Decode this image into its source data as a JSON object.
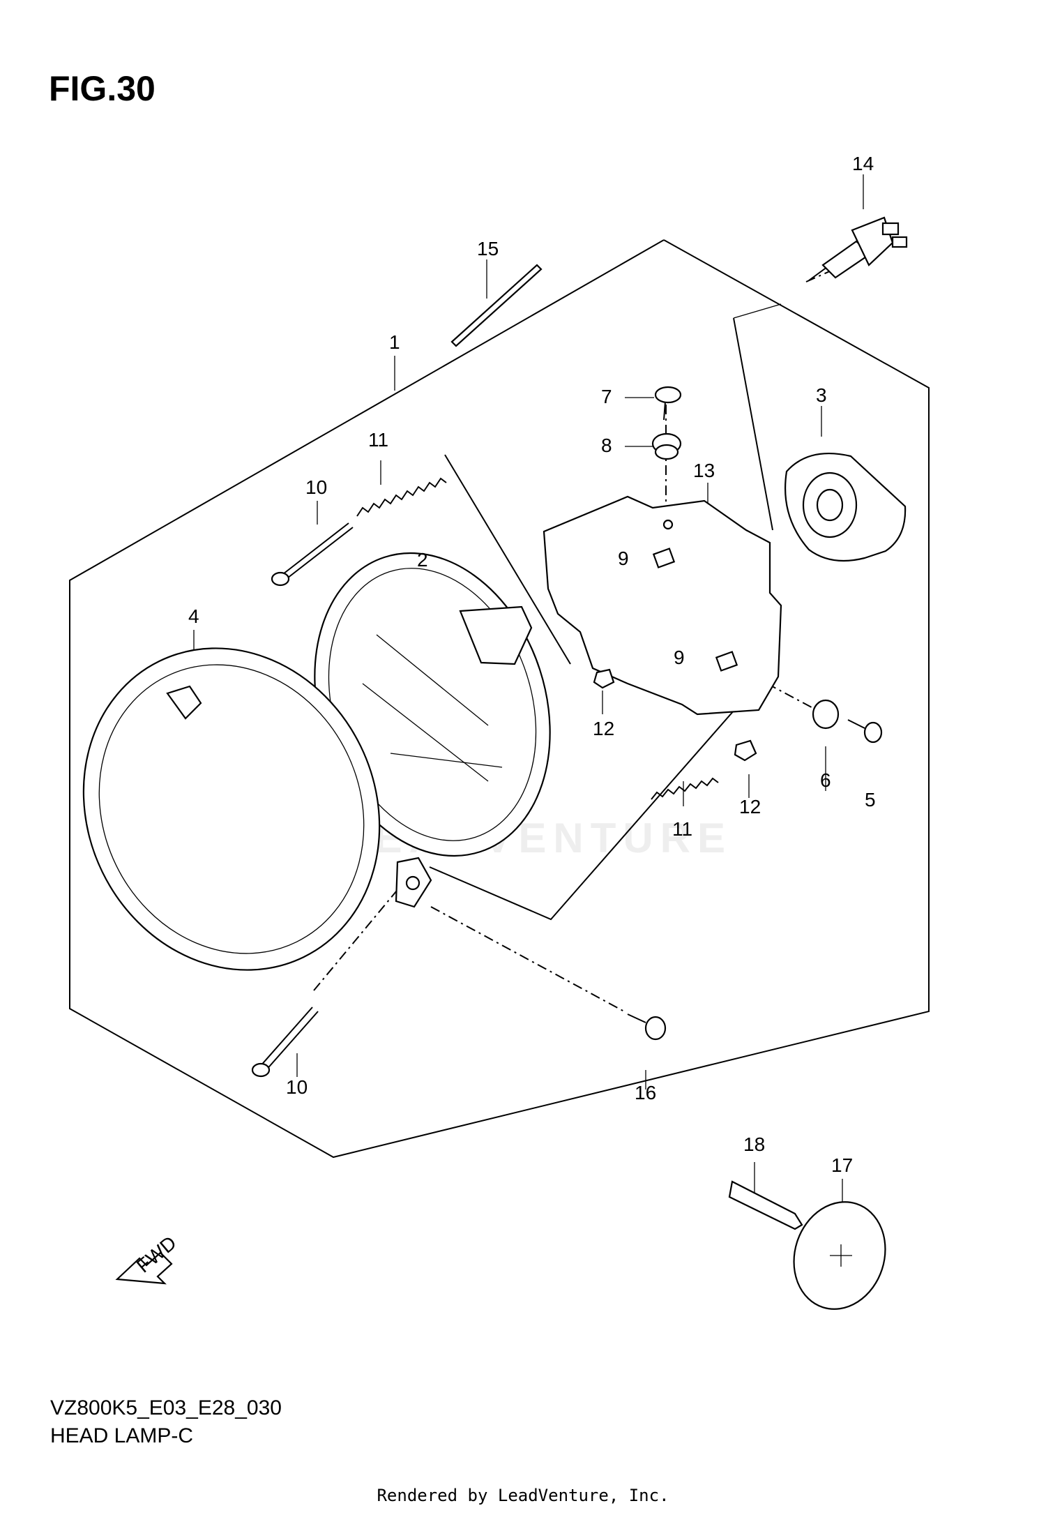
{
  "figure": {
    "title": "FIG.30",
    "model_code": "VZ800K5_E03_E28_030",
    "assembly_name": "HEAD LAMP-C",
    "footer": "Rendered by LeadVenture, Inc.",
    "watermark": "LEADVENTURE",
    "fwd_label": "FWD"
  },
  "callouts": [
    {
      "id": "1",
      "part": "headlamp-assembly"
    },
    {
      "id": "2",
      "part": "headlamp-unit"
    },
    {
      "id": "3",
      "part": "bulb-socket-cover"
    },
    {
      "id": "4",
      "part": "headlamp-rim"
    },
    {
      "id": "5",
      "part": "screw"
    },
    {
      "id": "6",
      "part": "grommet"
    },
    {
      "id": "7",
      "part": "screw"
    },
    {
      "id": "8",
      "part": "grommet"
    },
    {
      "id": "9",
      "part": "nut-clip"
    },
    {
      "id": "9",
      "part": "nut-clip"
    },
    {
      "id": "10",
      "part": "adjusting-screw"
    },
    {
      "id": "10",
      "part": "adjusting-screw"
    },
    {
      "id": "11",
      "part": "spring"
    },
    {
      "id": "11",
      "part": "spring"
    },
    {
      "id": "12",
      "part": "nut"
    },
    {
      "id": "12",
      "part": "nut"
    },
    {
      "id": "13",
      "part": "housing-bracket"
    },
    {
      "id": "14",
      "part": "bulb"
    },
    {
      "id": "15",
      "part": "bulb-mark"
    },
    {
      "id": "16",
      "part": "screw"
    },
    {
      "id": "17",
      "part": "reflector"
    },
    {
      "id": "18",
      "part": "reflector-bolt"
    }
  ]
}
